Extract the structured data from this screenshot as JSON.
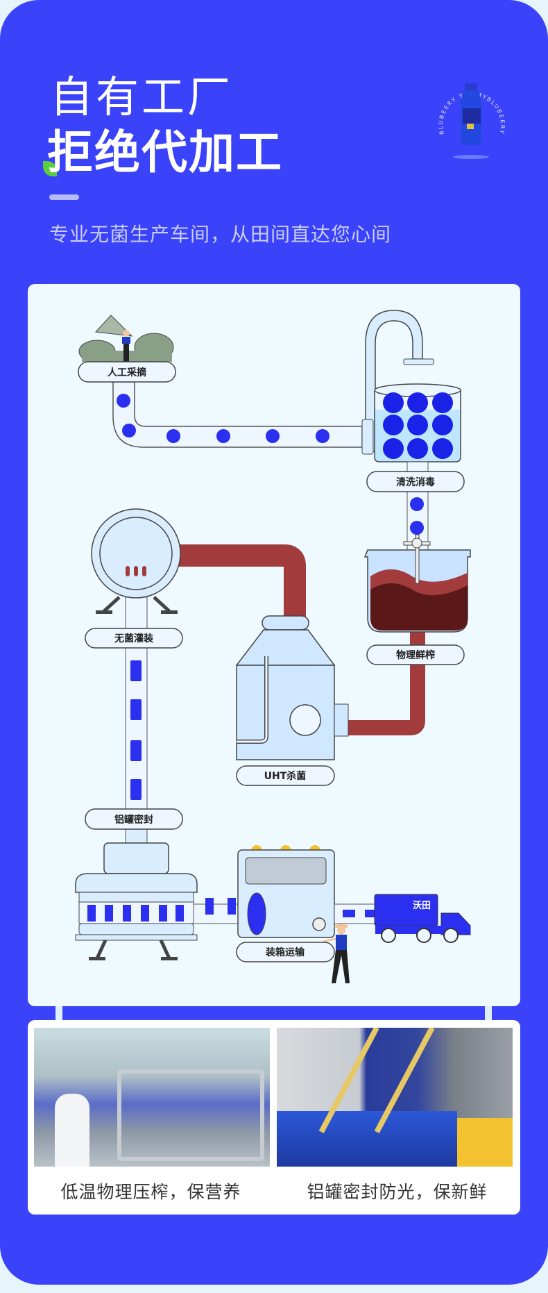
{
  "header": {
    "title_line1": "自有工厂",
    "title_line2": "拒绝代加工",
    "subtitle": "专业无菌生产车间，从田间直达您心间",
    "logo_ring_text": "BLUBEERY YUMMYBLUBEERY"
  },
  "process": {
    "steps": [
      "人工采摘",
      "清洗消毒",
      "物理鲜榨",
      "UHT杀菌",
      "无菌灌装",
      "铝罐密封",
      "装箱运输"
    ],
    "truck_text": "沃田"
  },
  "photos": [
    {
      "caption": "低温物理压榨，保营养"
    },
    {
      "caption": "铝罐密封防光，保新鲜"
    }
  ],
  "colors": {
    "brand_blue": "#3a43f9",
    "juice_red": "#a23b3b",
    "panel_bg": "#eefaff",
    "accent_green": "#5ccf3f"
  }
}
